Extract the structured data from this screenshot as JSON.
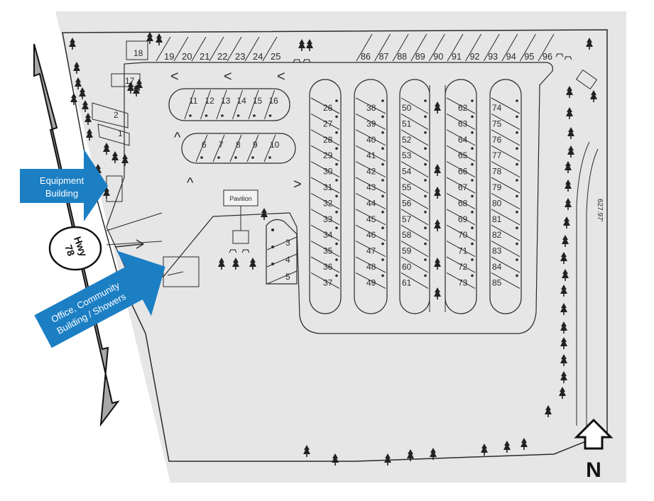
{
  "callouts": {
    "equipment": "Equipment Building",
    "equipment_line1": "Equipment",
    "equipment_line2": "Building",
    "office_line1": "Office, Community",
    "office_line2": "Building / Showers"
  },
  "highway": {
    "line1": "Hwy",
    "line2": "78"
  },
  "pavilion_label": "Pavilion",
  "dimension_label": "627.97'",
  "north_label": "N",
  "direction_arrows": [
    "<",
    "<",
    "<",
    "^",
    "^",
    ">"
  ],
  "sites": {
    "top_left_row": [
      "19",
      "20",
      "21",
      "22",
      "23",
      "24",
      "25"
    ],
    "top_right_row": [
      "86",
      "87",
      "88",
      "89",
      "90",
      "91",
      "92",
      "93",
      "94",
      "95",
      "96"
    ],
    "island_a": [
      "11",
      "12",
      "13",
      "14",
      "15",
      "16"
    ],
    "island_b": [
      "6",
      "7",
      "8",
      "9",
      "10"
    ],
    "west_sites": [
      "18",
      "17",
      "2",
      "1"
    ],
    "south_strip": [
      "3",
      "4",
      "5"
    ],
    "column_26_37": [
      "26",
      "27",
      "28",
      "29",
      "30",
      "31",
      "32",
      "33",
      "34",
      "35",
      "36",
      "37"
    ],
    "column_38_49": [
      "38",
      "39",
      "40",
      "41",
      "42",
      "43",
      "44",
      "45",
      "46",
      "47",
      "48",
      "49"
    ],
    "column_50_61": [
      "50",
      "51",
      "52",
      "53",
      "54",
      "55",
      "56",
      "57",
      "58",
      "59",
      "60",
      "61"
    ],
    "column_62_73": [
      "62",
      "63",
      "64",
      "65",
      "66",
      "67",
      "68",
      "69",
      "70",
      "71",
      "72",
      "73"
    ],
    "column_74_85": [
      "74",
      "75",
      "76",
      "77",
      "78",
      "79",
      "80",
      "81",
      "82",
      "83",
      "84",
      "85"
    ]
  },
  "colors": {
    "paper": "#e6e6e6",
    "ink": "#2a2a2a",
    "callout_blue": "#1c7fc4",
    "road_gray": "#a8a8a8"
  },
  "icons": [
    "tree-icon",
    "picnic-table-icon",
    "north-arrow-icon",
    "highway-arrow-icon"
  ]
}
